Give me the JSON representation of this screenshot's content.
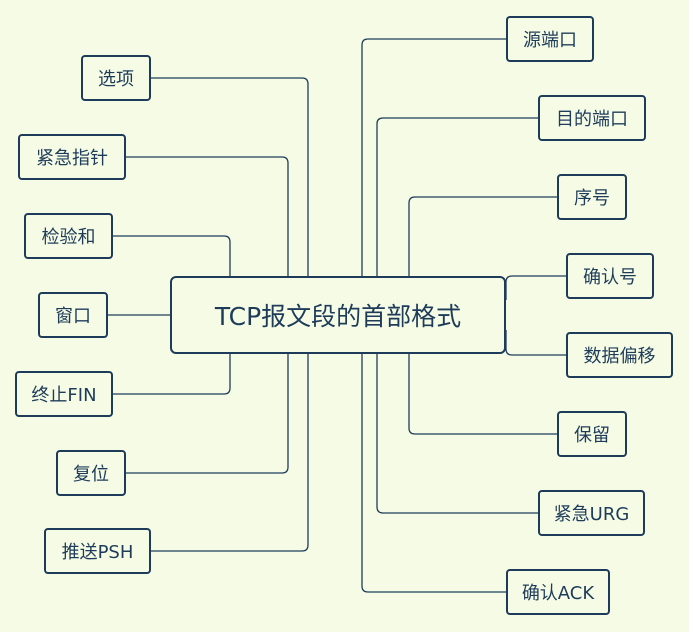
{
  "root": {
    "label": "TCP报文段的首部格式"
  },
  "left_nodes": [
    {
      "id": "options",
      "label": "选项"
    },
    {
      "id": "urgent-pointer",
      "label": "紧急指针"
    },
    {
      "id": "checksum",
      "label": "检验和"
    },
    {
      "id": "window",
      "label": "窗口"
    },
    {
      "id": "fin",
      "label": "终止FIN"
    },
    {
      "id": "rst",
      "label": "复位"
    },
    {
      "id": "psh",
      "label": "推送PSH"
    }
  ],
  "right_nodes": [
    {
      "id": "src-port",
      "label": "源端口"
    },
    {
      "id": "dst-port",
      "label": "目的端口"
    },
    {
      "id": "seq",
      "label": "序号"
    },
    {
      "id": "ack-num",
      "label": "确认号"
    },
    {
      "id": "data-offset",
      "label": "数据偏移"
    },
    {
      "id": "reserved",
      "label": "保留"
    },
    {
      "id": "urg",
      "label": "紧急URG"
    },
    {
      "id": "ack",
      "label": "确认ACK"
    }
  ],
  "colors": {
    "background": "#f5fbe4",
    "stroke": "#1e3c5a",
    "text": "#1e3c5a"
  }
}
